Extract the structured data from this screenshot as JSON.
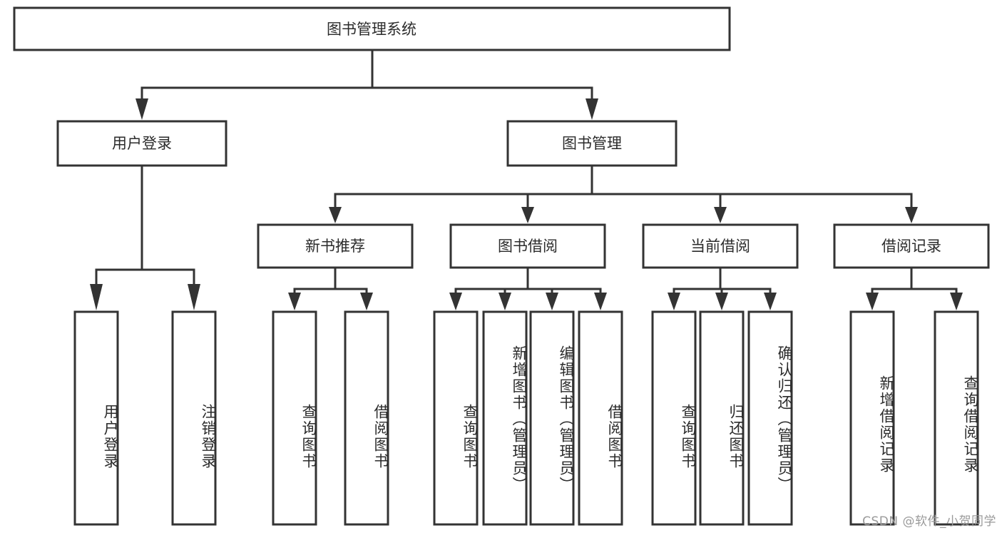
{
  "diagram": {
    "type": "tree-hierarchy",
    "title": "图书管理系统",
    "orientation": "top-down",
    "root": {
      "label": "图书管理系统",
      "level": 1
    },
    "level2": [
      {
        "id": "user-login",
        "label": "用户登录"
      },
      {
        "id": "book-manage",
        "label": "图书管理"
      }
    ],
    "level3": [
      {
        "id": "new-book-recommend",
        "label": "新书推荐",
        "parent": "book-manage"
      },
      {
        "id": "book-borrow",
        "label": "图书借阅",
        "parent": "book-manage"
      },
      {
        "id": "current-borrow",
        "label": "当前借阅",
        "parent": "book-manage"
      },
      {
        "id": "borrow-record",
        "label": "借阅记录",
        "parent": "book-manage"
      }
    ],
    "leaves": {
      "user-login": [
        {
          "id": "leaf-user-login",
          "label": "用户登录"
        },
        {
          "id": "leaf-user-logout",
          "label": "注销登录"
        }
      ],
      "new-book-recommend": [
        {
          "id": "leaf-query-book-1",
          "label": "查询图书"
        },
        {
          "id": "leaf-borrow-book-1",
          "label": "借阅图书"
        }
      ],
      "book-borrow": [
        {
          "id": "leaf-query-book-2",
          "label": "查询图书"
        },
        {
          "id": "leaf-add-book",
          "label": "新增图书（管理员）"
        },
        {
          "id": "leaf-edit-book",
          "label": "编辑图书（管理员）"
        },
        {
          "id": "leaf-borrow-book-2",
          "label": "借阅图书"
        }
      ],
      "current-borrow": [
        {
          "id": "leaf-query-book-3",
          "label": "查询图书"
        },
        {
          "id": "leaf-return-book",
          "label": "归还图书"
        },
        {
          "id": "leaf-confirm-return",
          "label": "确认归还（管理员）"
        }
      ],
      "borrow-record": [
        {
          "id": "leaf-add-record",
          "label": "新增借阅记录"
        },
        {
          "id": "leaf-query-record",
          "label": "查询借阅记录"
        }
      ]
    }
  },
  "watermark": {
    "text": "CSDN @软件_小贺同学"
  },
  "colors": {
    "box_stroke": "#333333",
    "box_fill": "#ffffff",
    "text": "#2b2b2b",
    "background": "#ffffff",
    "watermark": "#9a9a9a"
  }
}
